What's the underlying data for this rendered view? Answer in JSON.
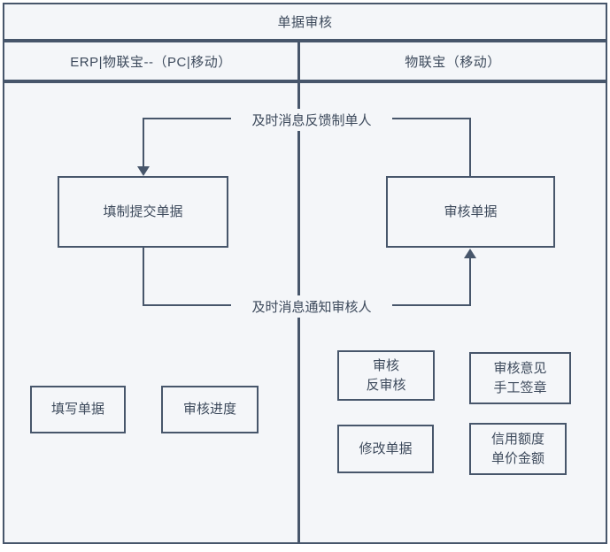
{
  "diagram": {
    "title": "单据审核",
    "lanes": [
      {
        "name": "ERP|物联宝--（PC|移动）"
      },
      {
        "name": "物联宝（移动）"
      }
    ],
    "nodes": {
      "fill_submit": "填制提交单据",
      "review_doc": "审核单据",
      "fill_doc": "填写单据",
      "review_progress": "审核进度",
      "review_unreview_line1": "审核",
      "review_unreview_line2": "反审核",
      "opinion_line1": "审核意见",
      "opinion_line2": "手工签章",
      "modify_doc": "修改单据",
      "credit_line1": "信用额度",
      "credit_line2": "单价金额"
    },
    "edges": {
      "feedback": "及时消息反馈制单人",
      "notify": "及时消息通知审核人"
    },
    "colors": {
      "stroke": "#47566b",
      "fill": "#f4f6f9",
      "text": "#3d4a5c"
    }
  }
}
